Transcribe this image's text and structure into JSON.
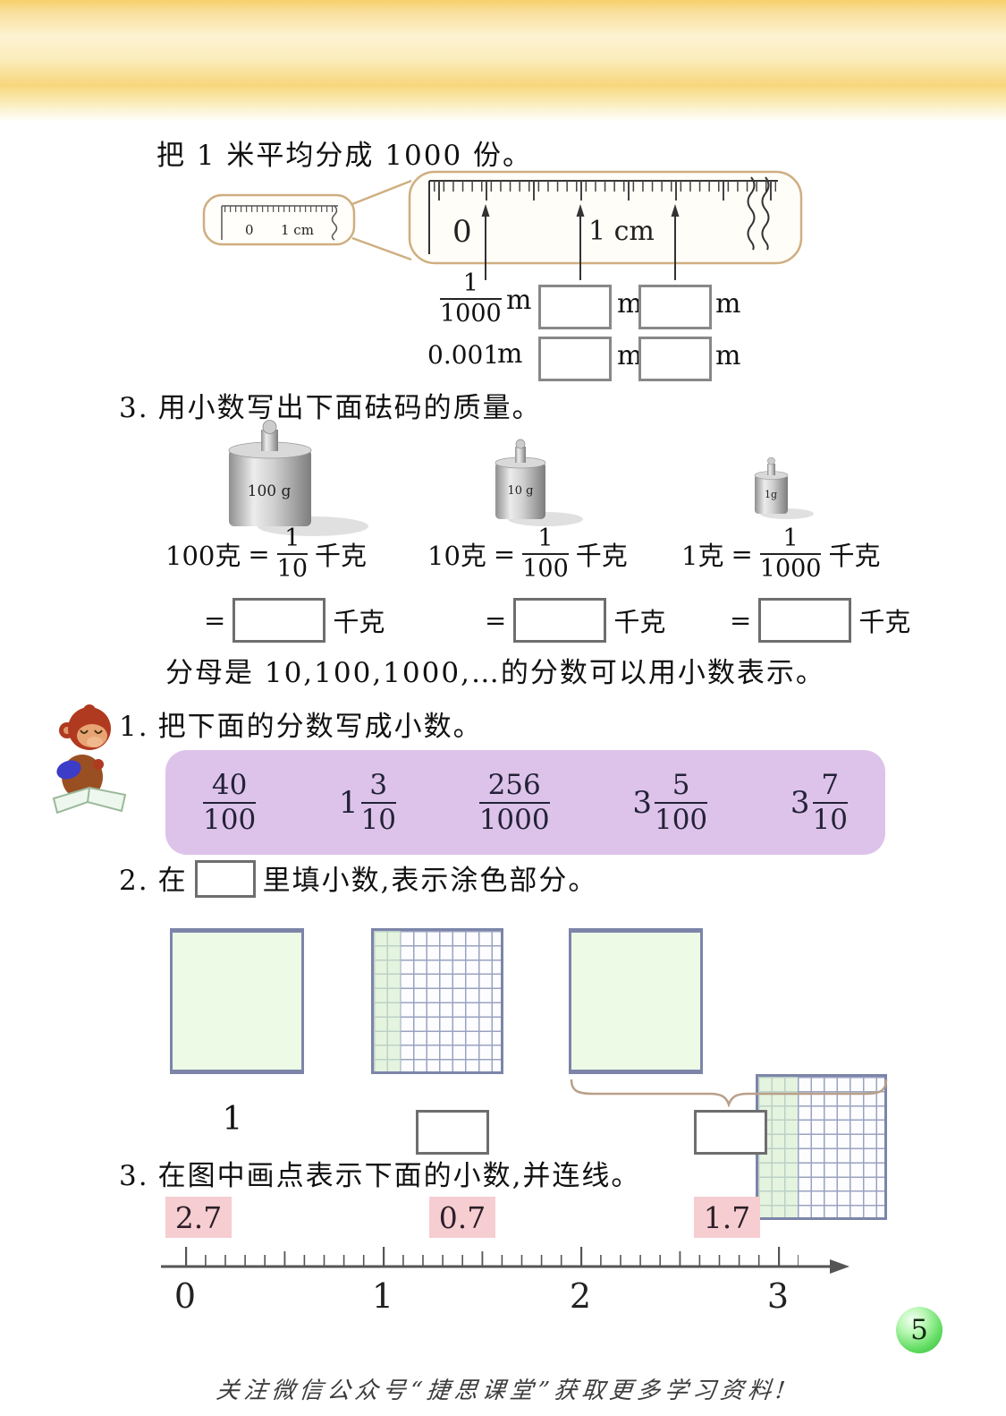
{
  "page": {
    "number": "5",
    "watermark": "关注微信公众号“捷思课堂”获取更多学习资料!"
  },
  "colors": {
    "band_yellow": "#f6d06a",
    "purple_band": "#ddc3e9",
    "pink_chip": "#f6cdd1",
    "green_fill": "#ecfae6",
    "grid_blue": "#7c85a9",
    "page_circle_green": "#35b53c",
    "callout_border": "#cfae80"
  },
  "intro": {
    "text": "把 1 米平均分成 1000 份。"
  },
  "ruler": {
    "small": {
      "zero": "0",
      "one_cm": "1 cm"
    },
    "big": {
      "zero": "0",
      "one_cm": "1 cm"
    }
  },
  "meter": {
    "unit": "m",
    "frac": {
      "num": "1",
      "den": "1000"
    },
    "decimal": "0.001"
  },
  "section3": {
    "number": "3.",
    "title": "用小数写出下面砝码的质量。",
    "weights": [
      {
        "label": "100 g"
      },
      {
        "label": "10 g"
      },
      {
        "label": "1g"
      }
    ],
    "equations": [
      {
        "left": "100克",
        "eq": "=",
        "num": "1",
        "den": "10",
        "unit": "千克"
      },
      {
        "left": "10克",
        "eq": "=",
        "num": "1",
        "den": "100",
        "unit": "千克"
      },
      {
        "left": "1克",
        "eq": "=",
        "num": "1",
        "den": "1000",
        "unit": "千克"
      }
    ]
  },
  "note": {
    "text": "分母是 10,100,1000,…的分数可以用小数表示。"
  },
  "item1": {
    "number": "1.",
    "title": "把下面的分数写成小数。",
    "fractions": [
      {
        "whole": "",
        "num": "40",
        "den": "100"
      },
      {
        "whole": "1",
        "num": "3",
        "den": "10"
      },
      {
        "whole": "",
        "num": "256",
        "den": "1000"
      },
      {
        "whole": "3",
        "num": "5",
        "den": "100"
      },
      {
        "whole": "3",
        "num": "7",
        "den": "10"
      }
    ]
  },
  "item2": {
    "number": "2.",
    "pre": "在",
    "post": "里填小数,表示涂色部分。",
    "label_one": "1"
  },
  "item3": {
    "number": "3.",
    "title": "在图中画点表示下面的小数,并连线。",
    "decimals": [
      "2.7",
      "0.7",
      "1.7"
    ]
  },
  "numberline": {
    "labels": [
      "0",
      "1",
      "2",
      "3"
    ]
  }
}
